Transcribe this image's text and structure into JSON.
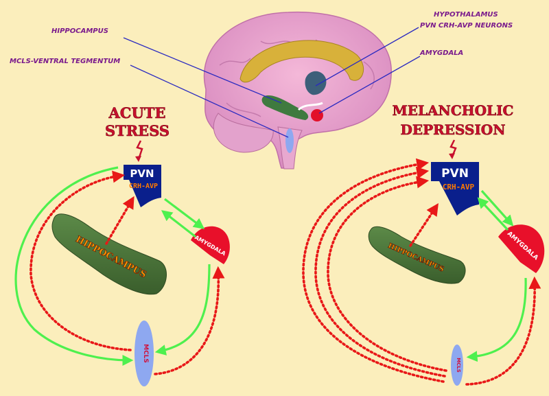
{
  "brain_labels": {
    "hippocampus": "HIPPOCAMPUS",
    "mcls": "MCLS-VENTRAL TEGMENTUM",
    "hypothalamus_line1": "HYPOTHALAMUS",
    "hypothalamus_line2": "PVN CRH-AVP NEURONS",
    "amygdala": "AMYGDALA"
  },
  "left_panel": {
    "title_line1": "ACUTE",
    "title_line2": "STRESS",
    "pvn": "PVN",
    "pvn_sub": "CRH-AVP",
    "hippocampus": "HIPPOCAMPUS",
    "amygdala": "AMYGDALA",
    "mcls": "MCLS"
  },
  "right_panel": {
    "title_line1": "MELANCHOLIC",
    "title_line2": "DEPRESSION",
    "pvn": "PVN",
    "pvn_sub": "CRH-AVP",
    "hippocampus": "HIPPOCAMPUS",
    "amygdala": "AMYGDALA",
    "mcls": "MCLS"
  },
  "colors": {
    "background": "#fbeebc",
    "stimulate": "#4ef04e",
    "inhibit": "#e81818",
    "pvn_fill": "#0a1f8c",
    "amygdala_fill": "#e8102a",
    "hippocampus_fill": "#4a7a3a",
    "mcls_fill": "#8ea8f0",
    "label_purple": "#7a1a8c",
    "title_red": "#c8102e"
  }
}
